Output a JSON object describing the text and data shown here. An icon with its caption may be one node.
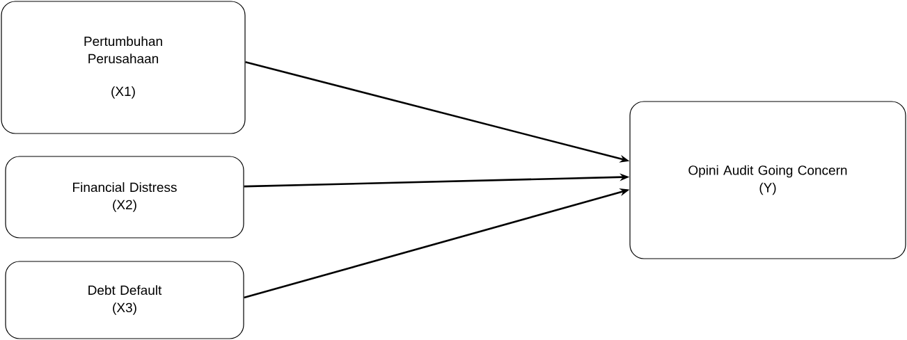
{
  "diagram": {
    "nodes": [
      {
        "text": [
          "Pertumbuhan Perusahaan",
          "(X1)"
        ]
      },
      {
        "text": [
          "Financial Distress",
          "(X2)"
        ]
      },
      {
        "text": [
          "Debt Default",
          "(X3)"
        ]
      },
      {
        "text": [
          "Opini Audit Going Concern",
          "(Y)"
        ]
      }
    ],
    "edges": [
      {
        "from": 0,
        "to": 3,
        "arrow": "to"
      },
      {
        "from": 1,
        "to": 3,
        "arrow": "to"
      },
      {
        "from": 2,
        "to": 3,
        "arrow": "to"
      }
    ]
  }
}
